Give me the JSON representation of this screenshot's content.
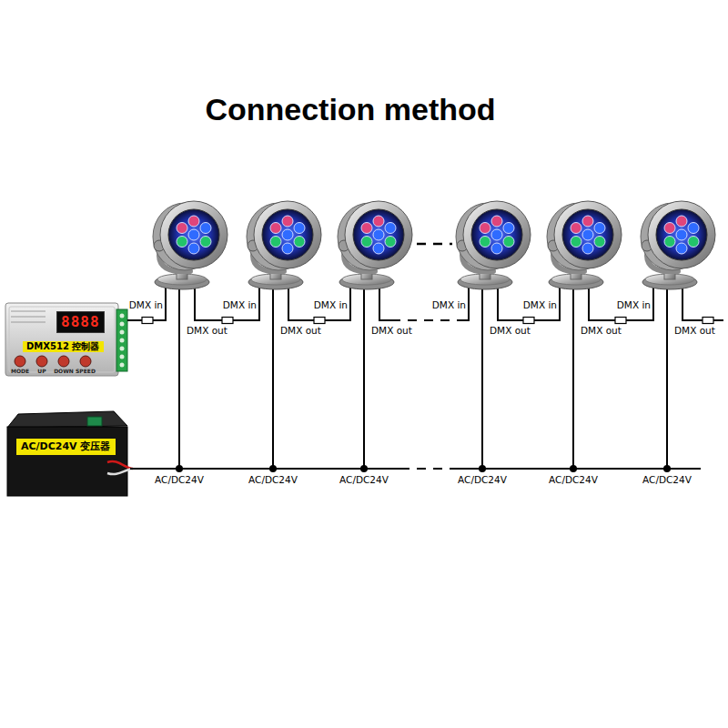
{
  "diagram": {
    "title": "Connection method",
    "nodes": [
      {
        "text": [
          "MODE",
          "UP",
          "DOWN",
          "SPEED"
        ]
      },
      {
        "text": [
          "8888"
        ],
        "in": 0
      },
      {
        "text": [
          "DMX512 控制器"
        ],
        "in": 0
      },
      {
        "text": [
          "AC/DC24V 变压器"
        ]
      }
    ],
    "labels": [
      "DMX in",
      "DMX out",
      "DMX in",
      "DMX out",
      "DMX in",
      "DMX out",
      "DMX in",
      "DMX out",
      "DMX in",
      "DMX out",
      "DMX in",
      "DMX out",
      "AC/DC24V",
      "AC/DC24V",
      "AC/DC24V",
      "AC/DC24V",
      "AC/DC24V",
      "AC/DC24V"
    ]
  }
}
